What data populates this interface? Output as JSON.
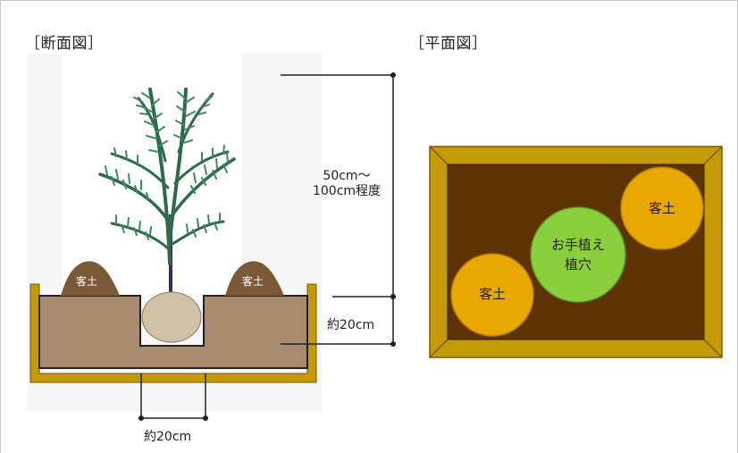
{
  "headings": {
    "section_view": "［断面図］",
    "plan_view": "［平面図］"
  },
  "section": {
    "fill_soil_left": "客土",
    "fill_soil_right": "客土",
    "height_label_line1": "50cm～",
    "height_label_line2": "100cm程度",
    "depth_label": "約20cm",
    "width_label": "約20cm"
  },
  "plan": {
    "planting_hole_line1": "お手植え",
    "planting_hole_line2": "植穴",
    "fill_soil_top": "客土",
    "fill_soil_bottom": "客土"
  },
  "colors": {
    "planter_frame": "#c49a06",
    "planter_frame_dark": "#7a5a00",
    "soil_section": "#a88b6e",
    "soil_plan": "#5e3303",
    "fill_soil_mound": "#7a5a36",
    "fill_soil_circle": "#e8a800",
    "planting_hole_circle": "#8ccf3e",
    "root_ball": "#cfc1a6",
    "foliage": "#2e6b4a"
  }
}
